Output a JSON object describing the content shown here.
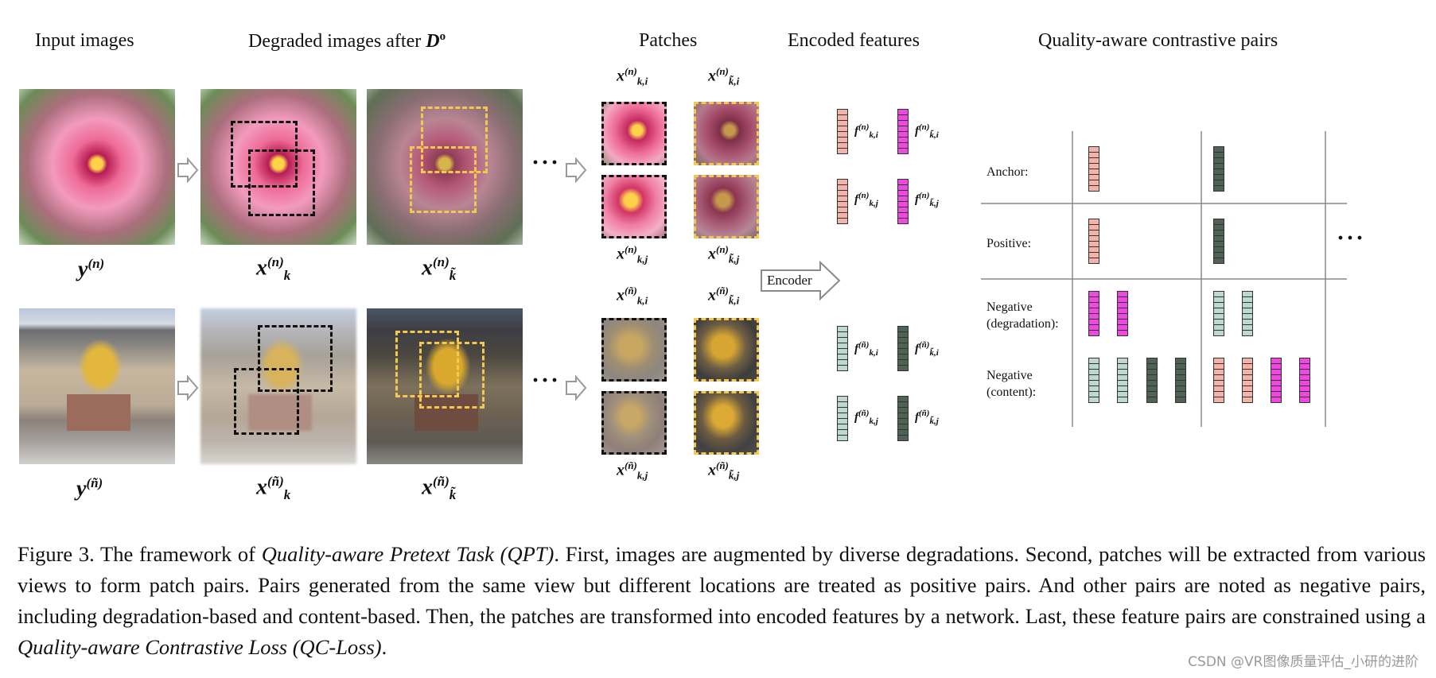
{
  "headers": {
    "input": "Input images",
    "degraded_prefix": "Degraded images after ",
    "degraded_op": "D",
    "degraded_op_sup": "o",
    "patches": "Patches",
    "encoded": "Encoded features",
    "pairs": "Quality-aware contrastive pairs"
  },
  "labels": {
    "y": "y",
    "x": "x",
    "f": "f",
    "sup_n": "(n)",
    "sup_nt": "(ñ)",
    "sub_k": "k",
    "sub_kt": "k̃",
    "sub_ki": "k,i",
    "sub_kj": "k,j",
    "sub_kti": "k̃,i",
    "sub_ktj": "k̃,j"
  },
  "encoder_label": "Encoder",
  "ellipsis": "···",
  "pair_rows": {
    "anchor": "Anchor:",
    "positive": "Positive:",
    "negative_degradation": "Negative\n(degradation):",
    "negative_content": "Negative\n(content):"
  },
  "colors": {
    "salmon": "#f4b3a8",
    "magenta": "#ee48e0",
    "mint": "#bdd8cf",
    "darkgreen": "#4f6256",
    "yellow_dash": "#f2c94c"
  },
  "caption": {
    "fig_label": "Figure 3.",
    "part1": " The framework of ",
    "qpt": "Quality-aware Pretext Task (QPT)",
    "part2": ". First, images are augmented by diverse degradations. Second, patches will be extracted from various views to form patch pairs. Pairs generated from the same view but different locations are treated as positive pairs. And other pairs are noted as negative pairs, including degradation-based and content-based. Then, the patches are transformed into encoded features by a network. Last, these feature pairs are constrained using a ",
    "qcloss": "Quality-aware Contrastive Loss (QC-Loss)",
    "part3": "."
  },
  "watermark": "CSDN @VR图像质量评估_小研的进阶"
}
